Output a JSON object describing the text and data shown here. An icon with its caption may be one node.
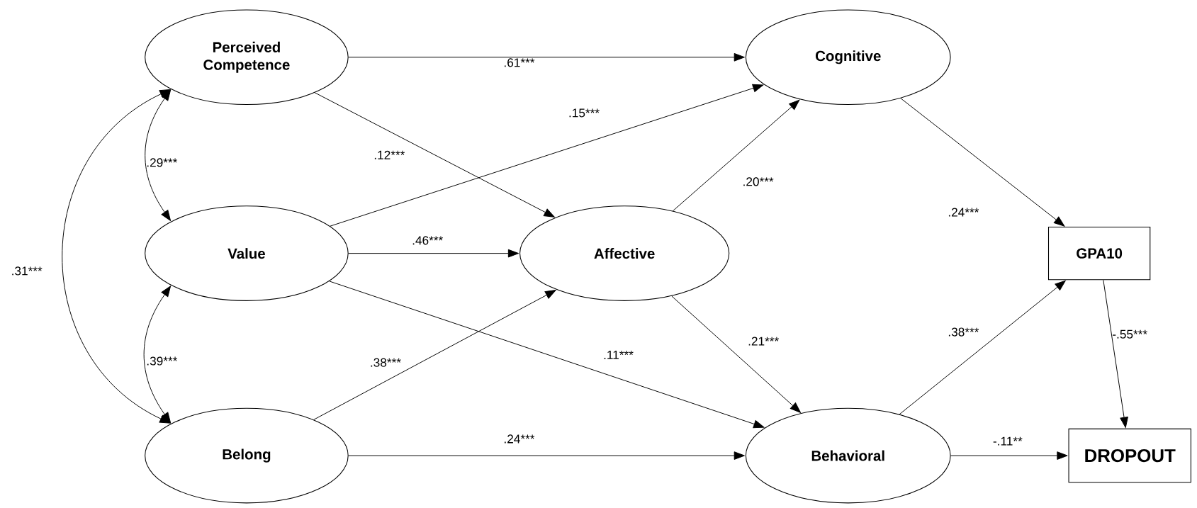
{
  "diagram": {
    "nodes": [
      {
        "text": [
          "Perceived Competence"
        ]
      },
      {
        "text": [
          "Value"
        ]
      },
      {
        "text": [
          "Belong"
        ]
      },
      {
        "text": [
          "Affective"
        ]
      },
      {
        "text": [
          "Cognitive"
        ]
      },
      {
        "text": [
          "Behavioral"
        ]
      },
      {
        "text": [
          "GPA10"
        ]
      },
      {
        "text": [
          "DROPOUT"
        ]
      }
    ],
    "edges": [
      {
        "from": 0,
        "to": 4,
        "arrow": "to",
        "label": ".61***"
      },
      {
        "from": 0,
        "to": 3,
        "arrow": "to",
        "label": ".12***"
      },
      {
        "from": 1,
        "to": 4,
        "arrow": "to",
        "label": ".15***"
      },
      {
        "from": 1,
        "to": 3,
        "arrow": "to",
        "label": ".46***"
      },
      {
        "from": 1,
        "to": 5,
        "arrow": "to",
        "label": ".11***"
      },
      {
        "from": 2,
        "to": 3,
        "arrow": "to",
        "label": ".38***"
      },
      {
        "from": 2,
        "to": 5,
        "arrow": "to",
        "label": ".24***"
      },
      {
        "from": 3,
        "to": 4,
        "arrow": "to",
        "label": ".20***"
      },
      {
        "from": 3,
        "to": 5,
        "arrow": "to",
        "label": ".21***"
      },
      {
        "from": 4,
        "to": 6,
        "arrow": "to",
        "label": ".24***"
      },
      {
        "from": 5,
        "to": 6,
        "arrow": "to",
        "label": ".38***"
      },
      {
        "from": 6,
        "to": 7,
        "arrow": "to",
        "label": "-.55***"
      },
      {
        "from": 5,
        "to": 7,
        "arrow": "to",
        "label": "-.11**"
      },
      {
        "from": 0,
        "to": 1,
        "arrow": "both",
        "label": ".29***"
      },
      {
        "from": 1,
        "to": 2,
        "arrow": "both",
        "label": ".39***"
      },
      {
        "from": 0,
        "to": 2,
        "arrow": "both",
        "label": ".31***"
      }
    ]
  }
}
